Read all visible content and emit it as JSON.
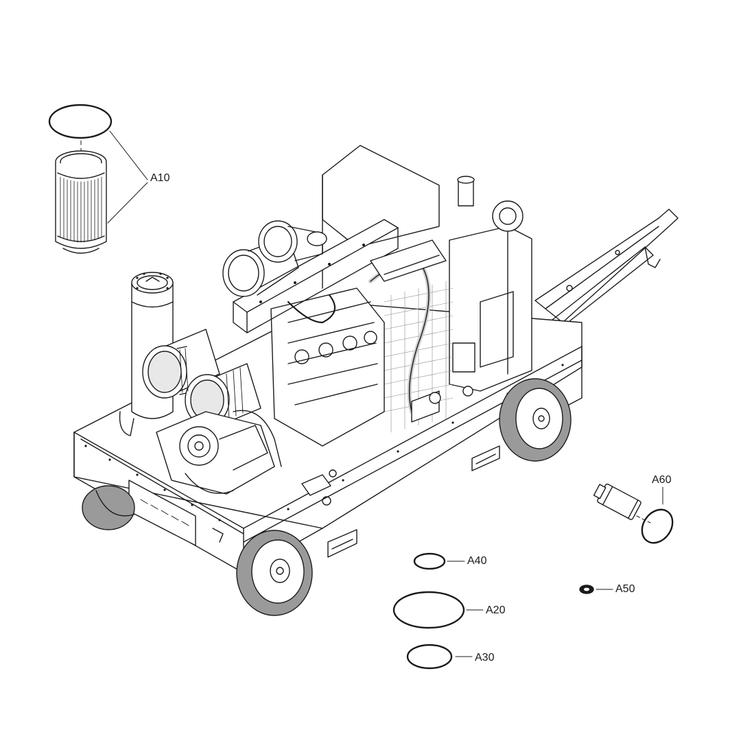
{
  "colors": {
    "line": "#1a1a1a",
    "shade": "#8a8a8a",
    "light_fill": "#f2f2f2",
    "tire": "#9a9a9a",
    "background": "#ffffff"
  },
  "callouts": {
    "a10": "A10",
    "a20": "A20",
    "a30": "A30",
    "a40": "A40",
    "a50": "A50",
    "a60": "A60"
  }
}
